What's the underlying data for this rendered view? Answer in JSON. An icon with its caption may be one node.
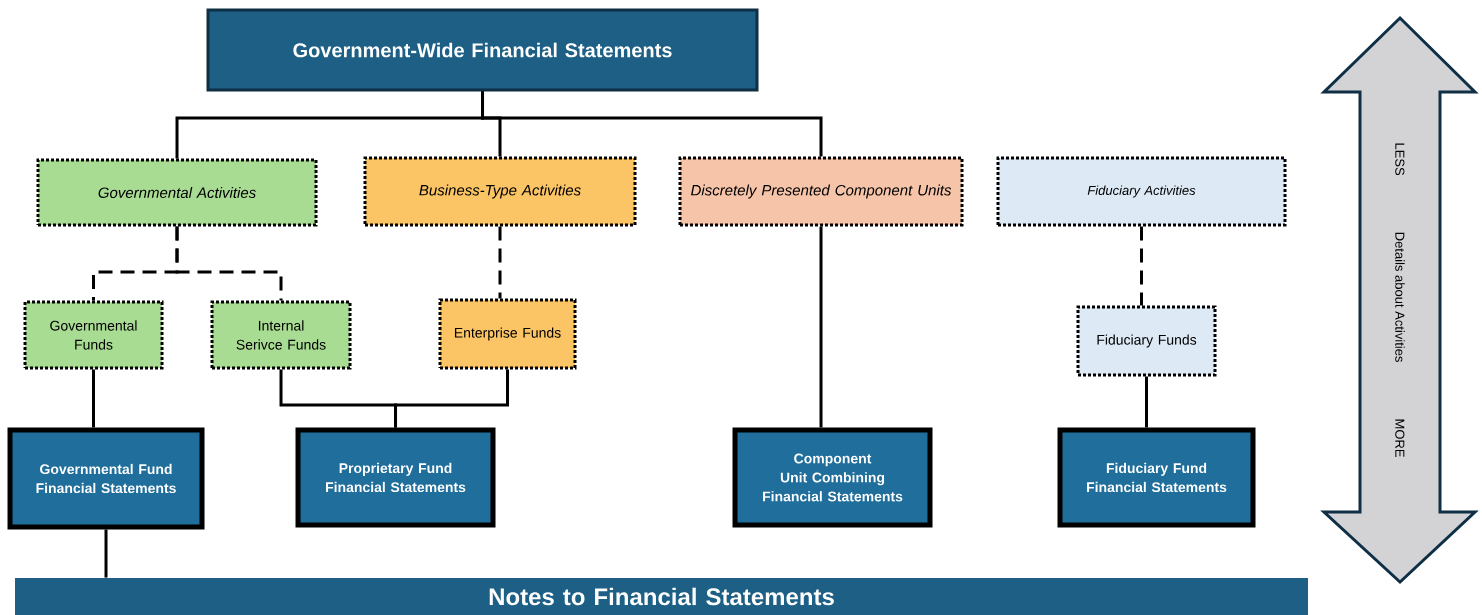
{
  "diagram": {
    "nodes": [
      {
        "text": [
          "Government-Wide Financial Statements"
        ]
      },
      {
        "text": [
          "Governmental Activities"
        ]
      },
      {
        "text": [
          "Business-Type Activities"
        ]
      },
      {
        "text": [
          "Discretely Presented Component Units"
        ]
      },
      {
        "text": [
          "Fiduciary Activities"
        ]
      },
      {
        "text": [
          "Governmental Funds"
        ]
      },
      {
        "text": [
          "Internal Serivce Funds"
        ]
      },
      {
        "text": [
          "Enterprise Funds"
        ]
      },
      {
        "text": [
          "Fiduciary Funds"
        ]
      },
      {
        "text": [
          "Governmental Fund Financial Statements"
        ]
      },
      {
        "text": [
          "Proprietary Fund Financial Statements"
        ]
      },
      {
        "text": [
          "Component Unit Combining Financial Statements"
        ]
      },
      {
        "text": [
          "Fiduciary Fund Financial Statements"
        ]
      },
      {
        "text": [
          "Notes to Financial Statements"
        ]
      },
      {
        "text": [
          "LESS",
          "Details about Activities",
          "MORE"
        ]
      }
    ],
    "edges": [
      {
        "from": 0,
        "to": 1,
        "arrow": "none"
      },
      {
        "from": 0,
        "to": 2,
        "arrow": "none"
      },
      {
        "from": 0,
        "to": 3,
        "arrow": "none"
      },
      {
        "from": 1,
        "to": 5,
        "arrow": "none",
        "style": "dashed"
      },
      {
        "from": 1,
        "to": 6,
        "arrow": "none",
        "style": "dashed"
      },
      {
        "from": 2,
        "to": 7,
        "arrow": "none",
        "style": "dashed"
      },
      {
        "from": 4,
        "to": 8,
        "arrow": "none",
        "style": "dashed"
      },
      {
        "from": 5,
        "to": 9,
        "arrow": "none"
      },
      {
        "from": 6,
        "to": 10,
        "arrow": "none"
      },
      {
        "from": 7,
        "to": 10,
        "arrow": "none"
      },
      {
        "from": 3,
        "to": 11,
        "arrow": "none"
      },
      {
        "from": 8,
        "to": 12,
        "arrow": "none"
      },
      {
        "from": 9,
        "to": 13,
        "arrow": "none"
      }
    ]
  }
}
